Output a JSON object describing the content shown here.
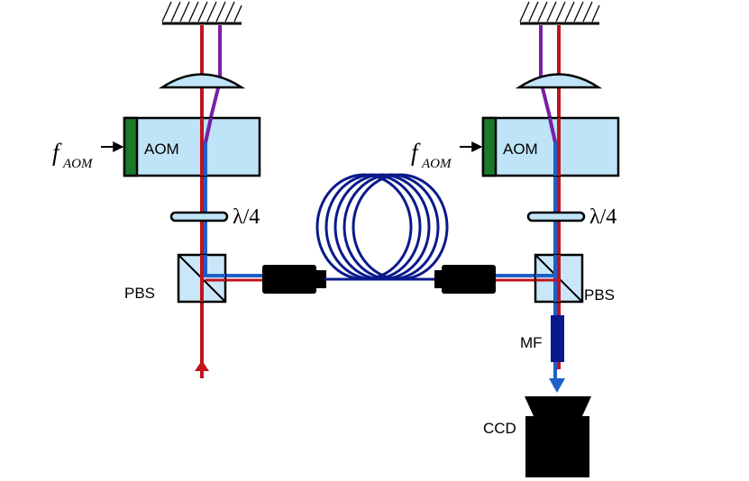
{
  "labels": {
    "aom": "AOM",
    "pbs": "PBS",
    "mf": "MF",
    "ccd": "CCD",
    "quarter_wave": "λ/4",
    "f_symbol": "f",
    "f_subscript": "AOM"
  },
  "colors": {
    "red_beam": "#c0141e",
    "blue_beam": "#1f5fc8",
    "purple_beam": "#7a1fa8",
    "fiber": "#0a1a8c",
    "optic_fill": "#bfe3f7",
    "transducer": "#1b7a2a",
    "black": "#000000"
  }
}
